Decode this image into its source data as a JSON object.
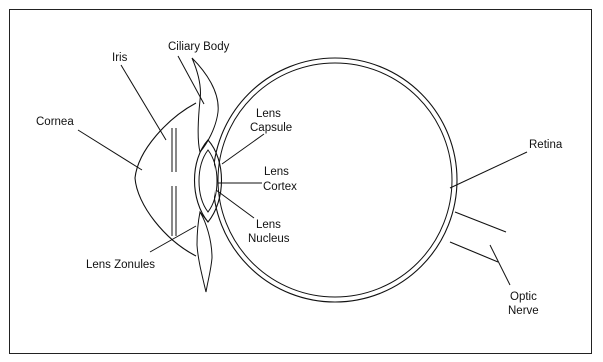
{
  "labels": {
    "ciliary_body": "Ciliary Body",
    "iris": "Iris",
    "cornea": "Cornea",
    "lens_capsule_1": "Lens",
    "lens_capsule_2": "Capsule",
    "lens_cortex_1": "Lens",
    "lens_cortex_2": "Cortex",
    "lens_nucleus_1": "Lens",
    "lens_nucleus_2": "Nucleus",
    "lens_zonules": "Lens Zonules",
    "retina": "Retina",
    "optic_nerve_1": "Optic",
    "optic_nerve_2": "Nerve"
  },
  "colors": {
    "line": "#111111",
    "border": "#222222",
    "background": "#ffffff"
  }
}
